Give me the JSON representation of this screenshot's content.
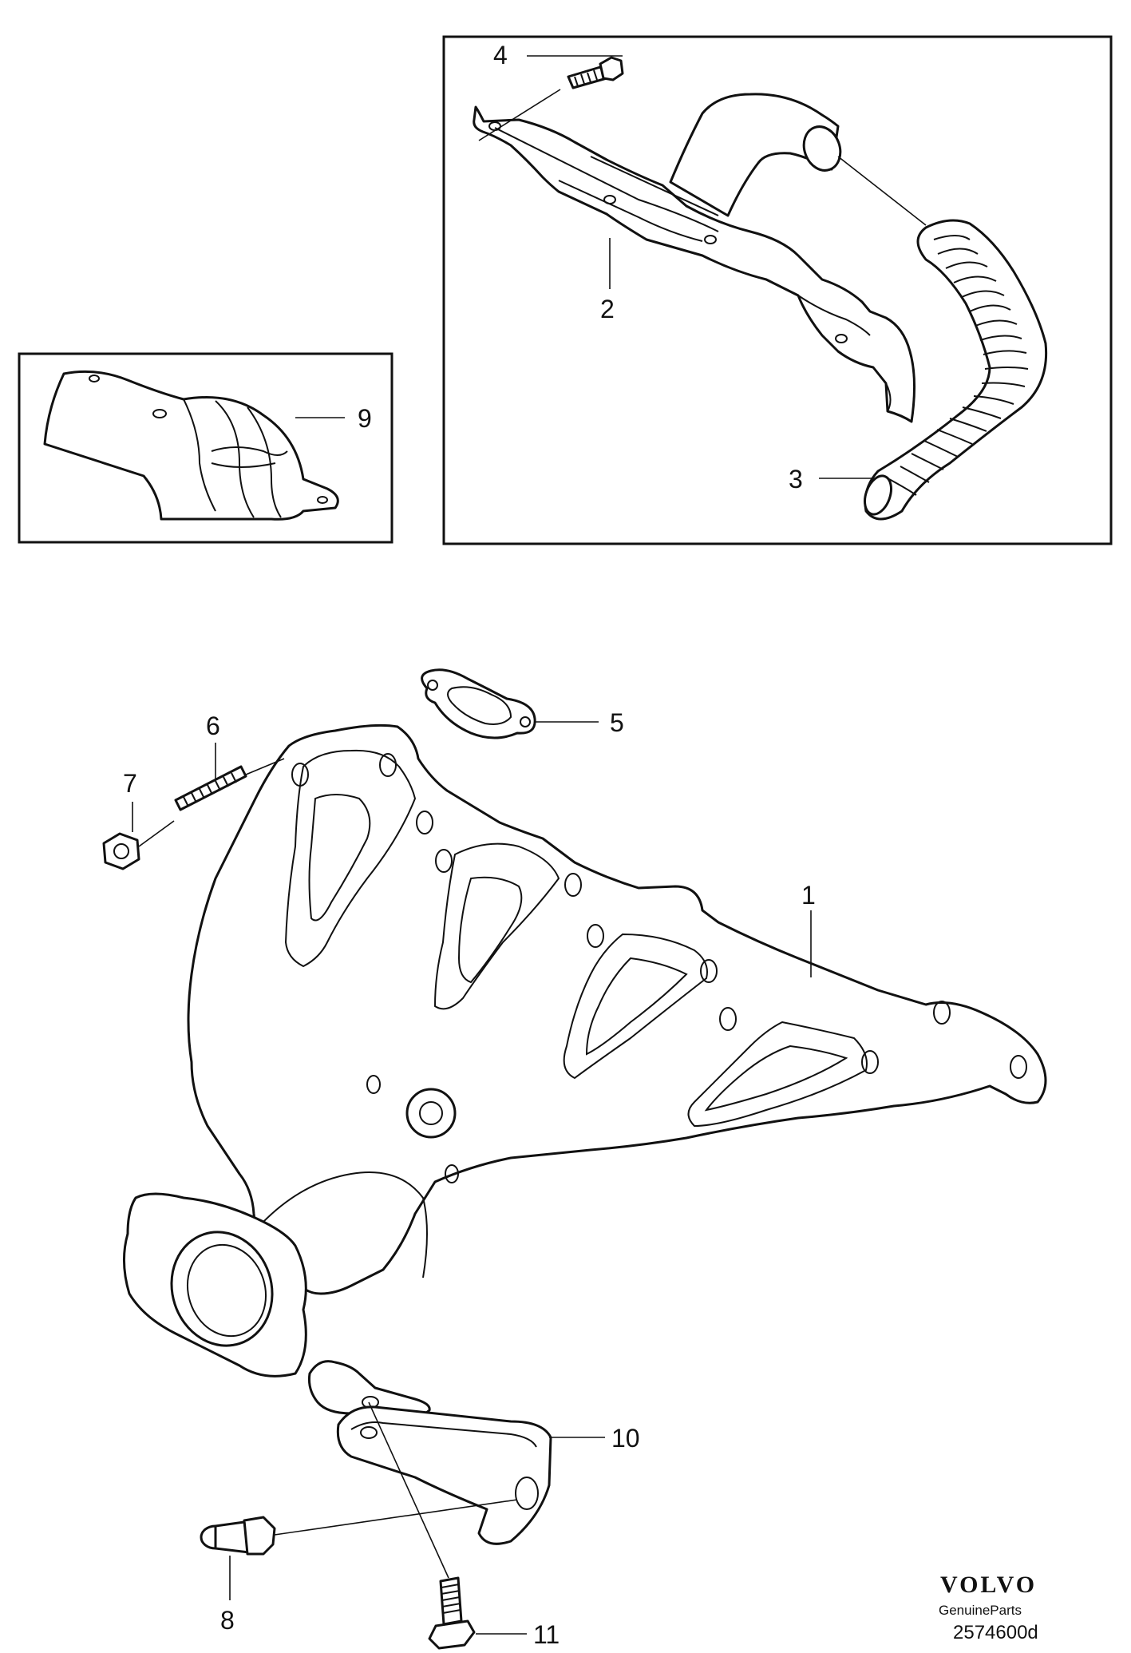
{
  "callouts": {
    "c1": "1",
    "c2": "2",
    "c3": "3",
    "c4": "4",
    "c5": "5",
    "c6": "6",
    "c7": "7",
    "c8": "8",
    "c9": "9",
    "c10": "10",
    "c11": "11"
  },
  "footer": {
    "brand": "VOLVO",
    "tagline": "GenuineParts",
    "diagram_number": "2574600d"
  }
}
